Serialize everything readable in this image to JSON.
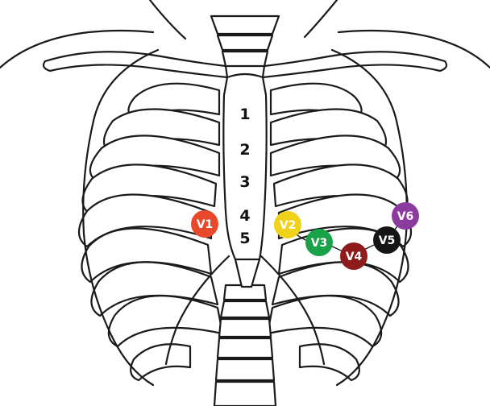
{
  "intercostal_labels": [
    "1",
    "2",
    "3",
    "4",
    "5"
  ],
  "leads": [
    {
      "label": "V1",
      "color": "#e8492b",
      "text_color": "#ffffff"
    },
    {
      "label": "V2",
      "color": "#f1d21b",
      "text_color": "#222222"
    },
    {
      "label": "V3",
      "color": "#1aa24b",
      "text_color": "#ffffff"
    },
    {
      "label": "V4",
      "color": "#8e1c1c",
      "text_color": "#ffffff"
    },
    {
      "label": "V5",
      "color": "#151515",
      "text_color": "#ffffff"
    },
    {
      "label": "V6",
      "color": "#8b3a9e",
      "text_color": "#ffffff"
    }
  ]
}
